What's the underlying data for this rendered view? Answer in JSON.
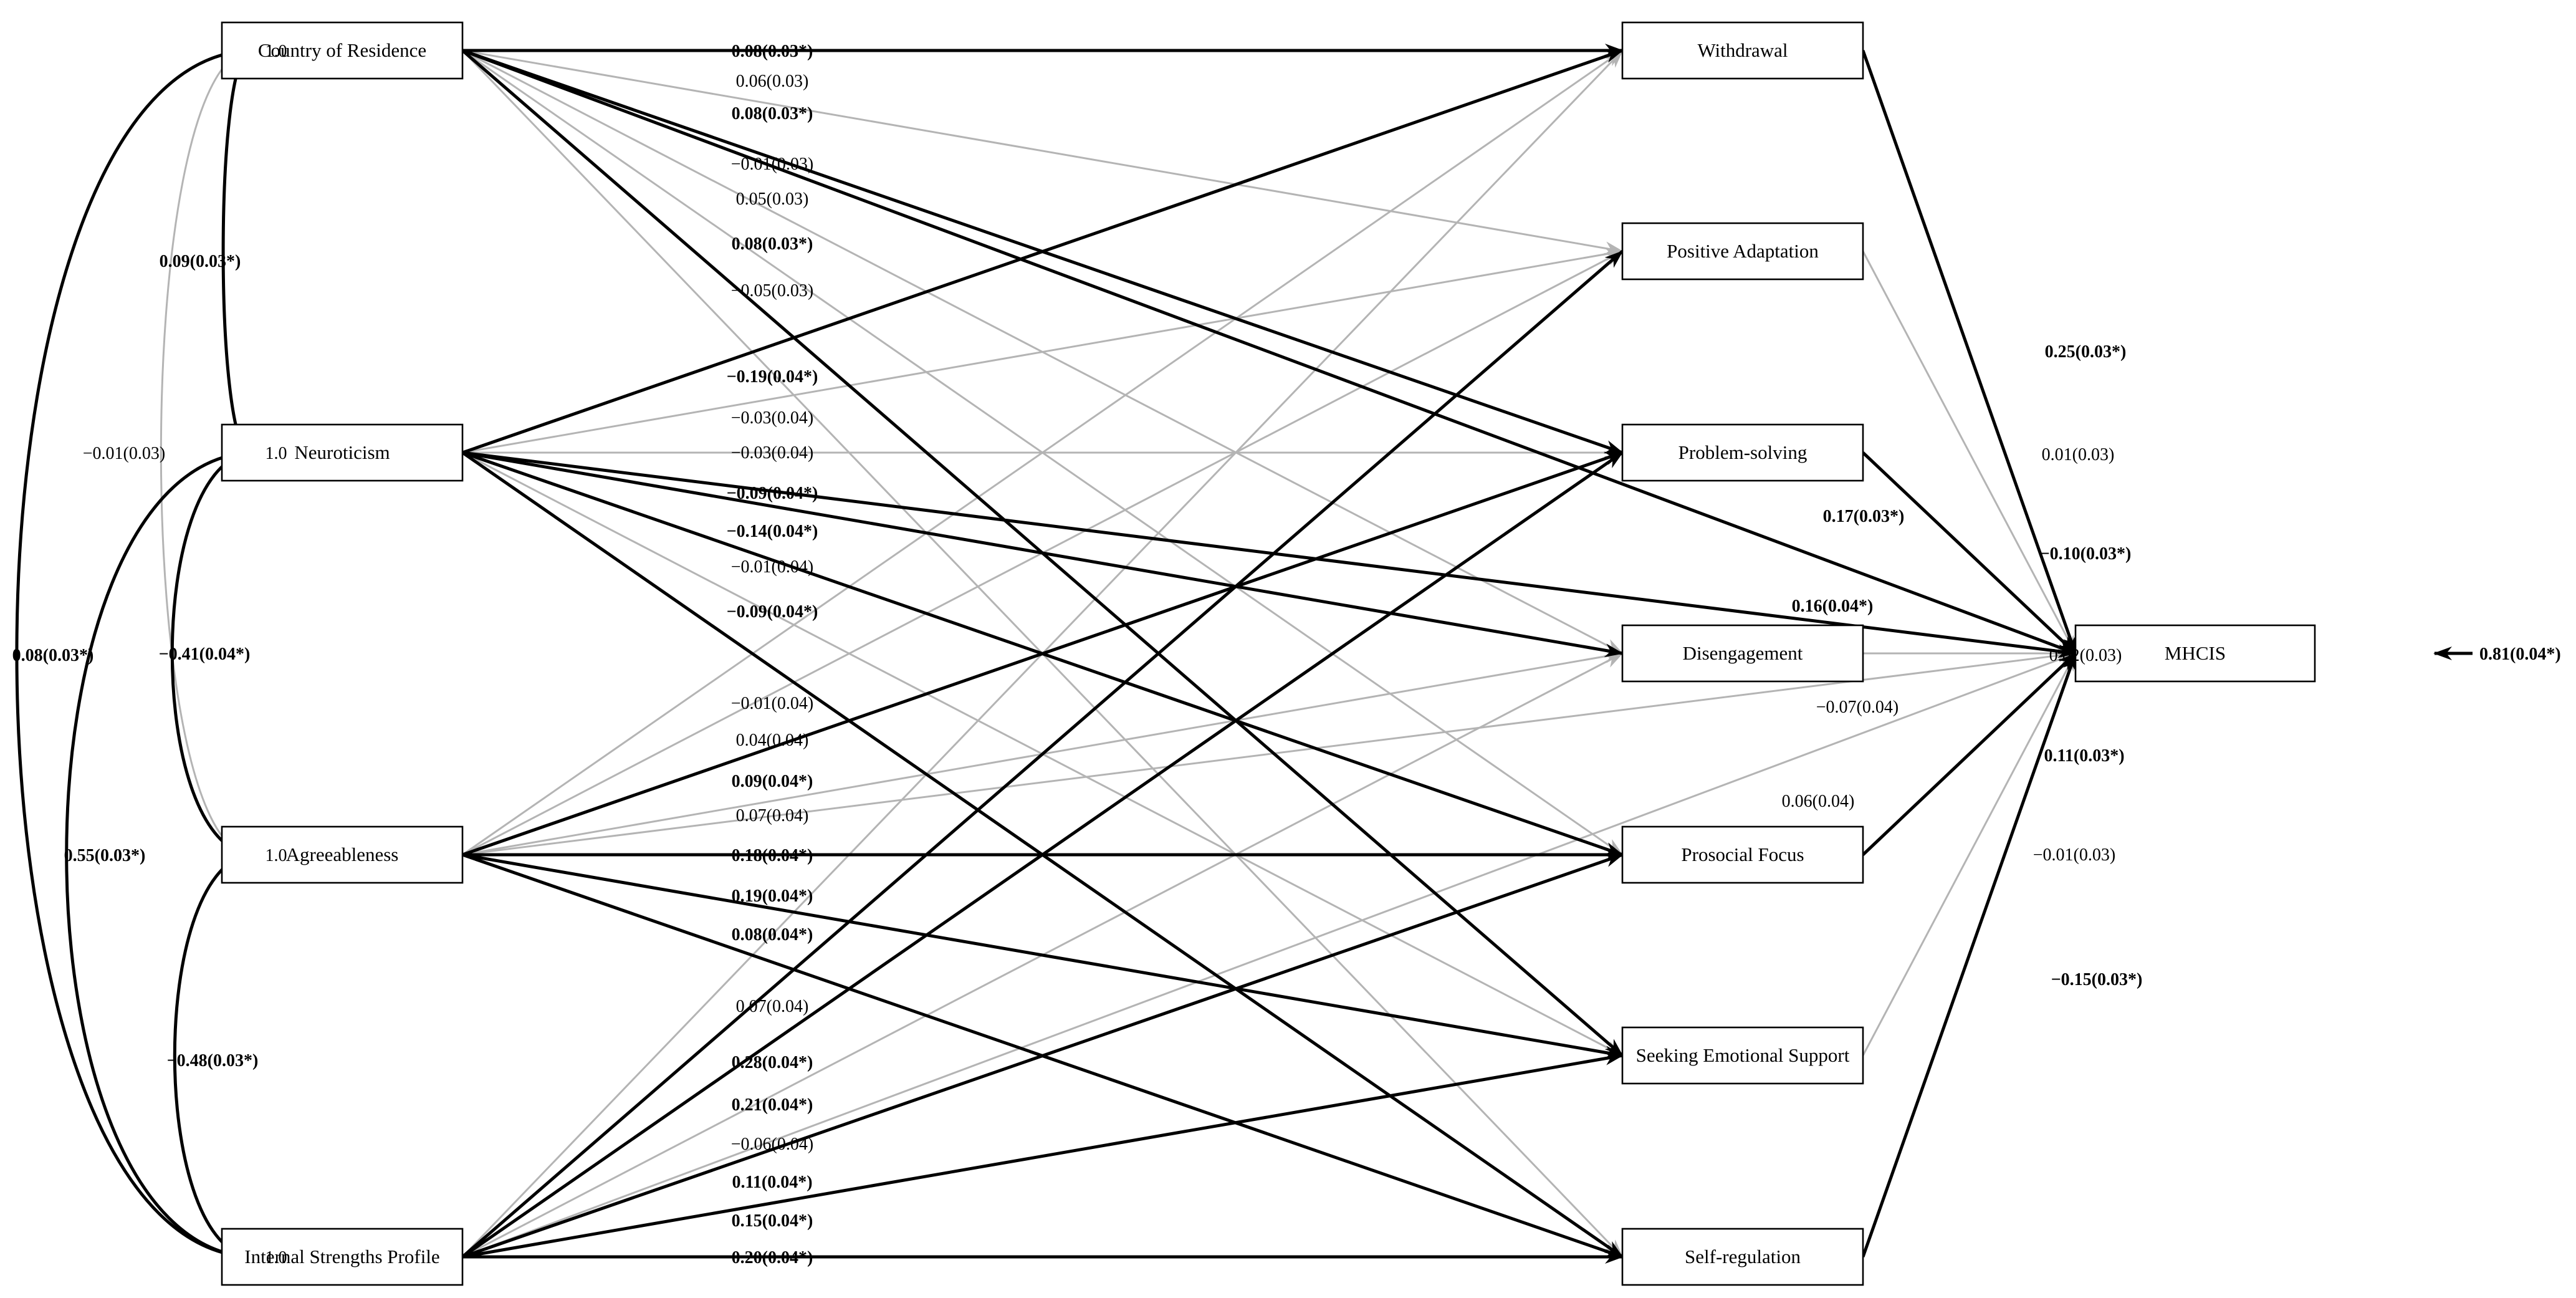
{
  "colors": {
    "significant": "#000000",
    "nonsignificant": "#b4b4b4",
    "background": "#ffffff"
  },
  "predictors": [
    {
      "id": "country",
      "label": "Country of Residence",
      "variance": "1.0"
    },
    {
      "id": "neuro",
      "label": "Neuroticism",
      "variance": "1.0"
    },
    {
      "id": "agree",
      "label": "Agreeableness",
      "variance": "1.0"
    },
    {
      "id": "isp",
      "label": "Internal Strengths Profile",
      "variance": "1.0"
    }
  ],
  "mediators": [
    {
      "id": "withdrawal",
      "label": "Withdrawal"
    },
    {
      "id": "posadapt",
      "label": "Positive Adaptation"
    },
    {
      "id": "probsolve",
      "label": "Problem-solving"
    },
    {
      "id": "disengage",
      "label": "Disengagement"
    },
    {
      "id": "prosocial",
      "label": "Prosocial Focus"
    },
    {
      "id": "seekemo",
      "label": "Seeking Emotional Support"
    },
    {
      "id": "selfreg",
      "label": "Self-regulation"
    }
  ],
  "outcome": {
    "id": "mhcis",
    "label": "MHCIS",
    "residual": "0.81(0.04*)"
  },
  "covariances": [
    {
      "from": "country",
      "to": "neuro",
      "label": "0.09(0.03*)",
      "significant": true
    },
    {
      "from": "country",
      "to": "agree",
      "label": "−0.01(0.03)",
      "significant": false
    },
    {
      "from": "country",
      "to": "isp",
      "label": "0.08(0.03*)",
      "significant": true
    },
    {
      "from": "neuro",
      "to": "agree",
      "label": "−0.41(0.04*)",
      "significant": true
    },
    {
      "from": "neuro",
      "to": "isp",
      "label": "0.55(0.03*)",
      "significant": true
    },
    {
      "from": "agree",
      "to": "isp",
      "label": "−0.48(0.03*)",
      "significant": true
    }
  ],
  "paths": [
    {
      "from": "country",
      "to": "withdrawal",
      "label": "0.08(0.03*)",
      "significant": true
    },
    {
      "from": "country",
      "to": "posadapt",
      "label": "0.06(0.03)",
      "significant": false
    },
    {
      "from": "country",
      "to": "probsolve",
      "label": "0.08(0.03*)",
      "significant": true
    },
    {
      "from": "country",
      "to": "disengage",
      "label": "−0.01(0.03)",
      "significant": false
    },
    {
      "from": "country",
      "to": "prosocial",
      "label": "0.05(0.03)",
      "significant": false
    },
    {
      "from": "country",
      "to": "seekemo",
      "label": "0.08(0.03*)",
      "significant": true
    },
    {
      "from": "country",
      "to": "selfreg",
      "label": "−0.05(0.03)",
      "significant": false
    },
    {
      "from": "country",
      "to": "mhcis",
      "label": "0.17(0.03*)",
      "significant": true
    },
    {
      "from": "neuro",
      "to": "withdrawal",
      "label": "−0.19(0.04*)",
      "significant": true
    },
    {
      "from": "neuro",
      "to": "posadapt",
      "label": "−0.03(0.04)",
      "significant": false
    },
    {
      "from": "neuro",
      "to": "probsolve",
      "label": "−0.03(0.04)",
      "significant": false
    },
    {
      "from": "neuro",
      "to": "disengage",
      "label": "−0.09(0.04*)",
      "significant": true
    },
    {
      "from": "neuro",
      "to": "prosocial",
      "label": "−0.14(0.04*)",
      "significant": true
    },
    {
      "from": "neuro",
      "to": "seekemo",
      "label": "−0.01(0.04)",
      "significant": false
    },
    {
      "from": "neuro",
      "to": "selfreg",
      "label": "−0.09(0.04*)",
      "significant": true
    },
    {
      "from": "neuro",
      "to": "mhcis",
      "label": "0.16(0.04*)",
      "significant": true
    },
    {
      "from": "agree",
      "to": "withdrawal",
      "label": "−0.01(0.04)",
      "significant": false
    },
    {
      "from": "agree",
      "to": "posadapt",
      "label": "0.04(0.04)",
      "significant": false
    },
    {
      "from": "agree",
      "to": "probsolve",
      "label": "0.09(0.04*)",
      "significant": true
    },
    {
      "from": "agree",
      "to": "disengage",
      "label": "0.07(0.04)",
      "significant": false
    },
    {
      "from": "agree",
      "to": "prosocial",
      "label": "0.18(0.04*)",
      "significant": true
    },
    {
      "from": "agree",
      "to": "seekemo",
      "label": "0.19(0.04*)",
      "significant": true
    },
    {
      "from": "agree",
      "to": "selfreg",
      "label": "0.08(0.04*)",
      "significant": true
    },
    {
      "from": "agree",
      "to": "mhcis",
      "label": "−0.07(0.04)",
      "significant": false
    },
    {
      "from": "isp",
      "to": "withdrawal",
      "label": "0.07(0.04)",
      "significant": false
    },
    {
      "from": "isp",
      "to": "posadapt",
      "label": "0.28(0.04*)",
      "significant": true
    },
    {
      "from": "isp",
      "to": "probsolve",
      "label": "0.21(0.04*)",
      "significant": true
    },
    {
      "from": "isp",
      "to": "disengage",
      "label": "−0.06(0.04)",
      "significant": false
    },
    {
      "from": "isp",
      "to": "prosocial",
      "label": "0.11(0.04*)",
      "significant": true
    },
    {
      "from": "isp",
      "to": "seekemo",
      "label": "0.15(0.04*)",
      "significant": true
    },
    {
      "from": "isp",
      "to": "selfreg",
      "label": "0.20(0.04*)",
      "significant": true
    },
    {
      "from": "isp",
      "to": "mhcis",
      "label": "0.06(0.04)",
      "significant": false
    },
    {
      "from": "withdrawal",
      "to": "mhcis",
      "label": "0.25(0.03*)",
      "significant": true
    },
    {
      "from": "posadapt",
      "to": "mhcis",
      "label": "0.01(0.03)",
      "significant": false
    },
    {
      "from": "probsolve",
      "to": "mhcis",
      "label": "−0.10(0.03*)",
      "significant": true
    },
    {
      "from": "disengage",
      "to": "mhcis",
      "label": "0.02(0.03)",
      "significant": false
    },
    {
      "from": "prosocial",
      "to": "mhcis",
      "label": "0.11(0.03*)",
      "significant": true
    },
    {
      "from": "seekemo",
      "to": "mhcis",
      "label": "−0.01(0.03)",
      "significant": false
    },
    {
      "from": "selfreg",
      "to": "mhcis",
      "label": "−0.15(0.03*)",
      "significant": true
    }
  ]
}
